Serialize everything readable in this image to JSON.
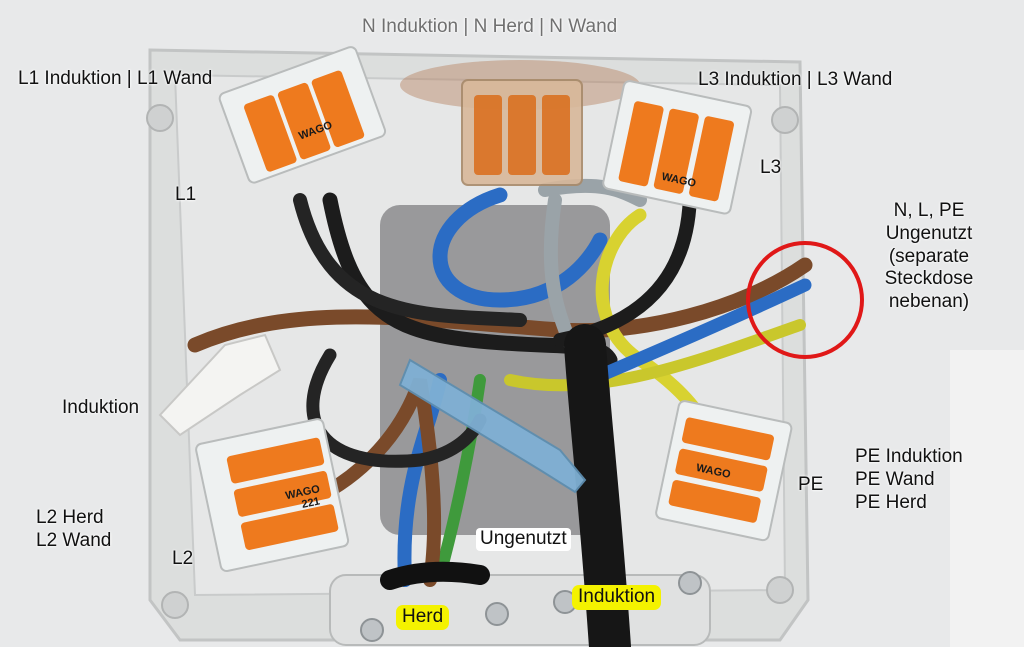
{
  "labels": {
    "top_neutral": "N Induktion | N Herd  | N Wand",
    "l1_group": "L1 Induktion | L1 Wand",
    "l3_group": "L3 Induktion | L3 Wand",
    "l1": "L1",
    "l3": "L3",
    "unused_lines": [
      "N, L, PE",
      "Ungenutzt",
      "(separate",
      "Steckdose",
      "nebenan)"
    ],
    "induktion_side": "Induktion",
    "l2_group_lines": [
      "L2 Herd",
      "L2 Wand"
    ],
    "l2": "L2",
    "pe": "PE",
    "pe_group_lines": [
      "PE Induktion",
      "PE Wand",
      "PE Herd"
    ],
    "ungenutzt": "Ungenutzt",
    "herd": "Herd",
    "induktion_bottom": "Induktion"
  },
  "connector_marks": {
    "brand": "WAGO",
    "model": "221"
  },
  "colors": {
    "wall": "#e9eaec",
    "box_plastic": "#e3e4e4",
    "wago_orange": "#ee7a1e",
    "wire_brown": "#7a4a2a",
    "wire_blue": "#2b6cc4",
    "wire_black": "#1c1c1c",
    "wire_grey": "#9aa3a8",
    "wire_yellow": "#d8d230",
    "wire_green": "#3f9a3c",
    "highlight_yellow": "#f4f200",
    "circle_red": "#e01818"
  },
  "annotations": {
    "circle": "red-circle-around-unused-cables"
  }
}
